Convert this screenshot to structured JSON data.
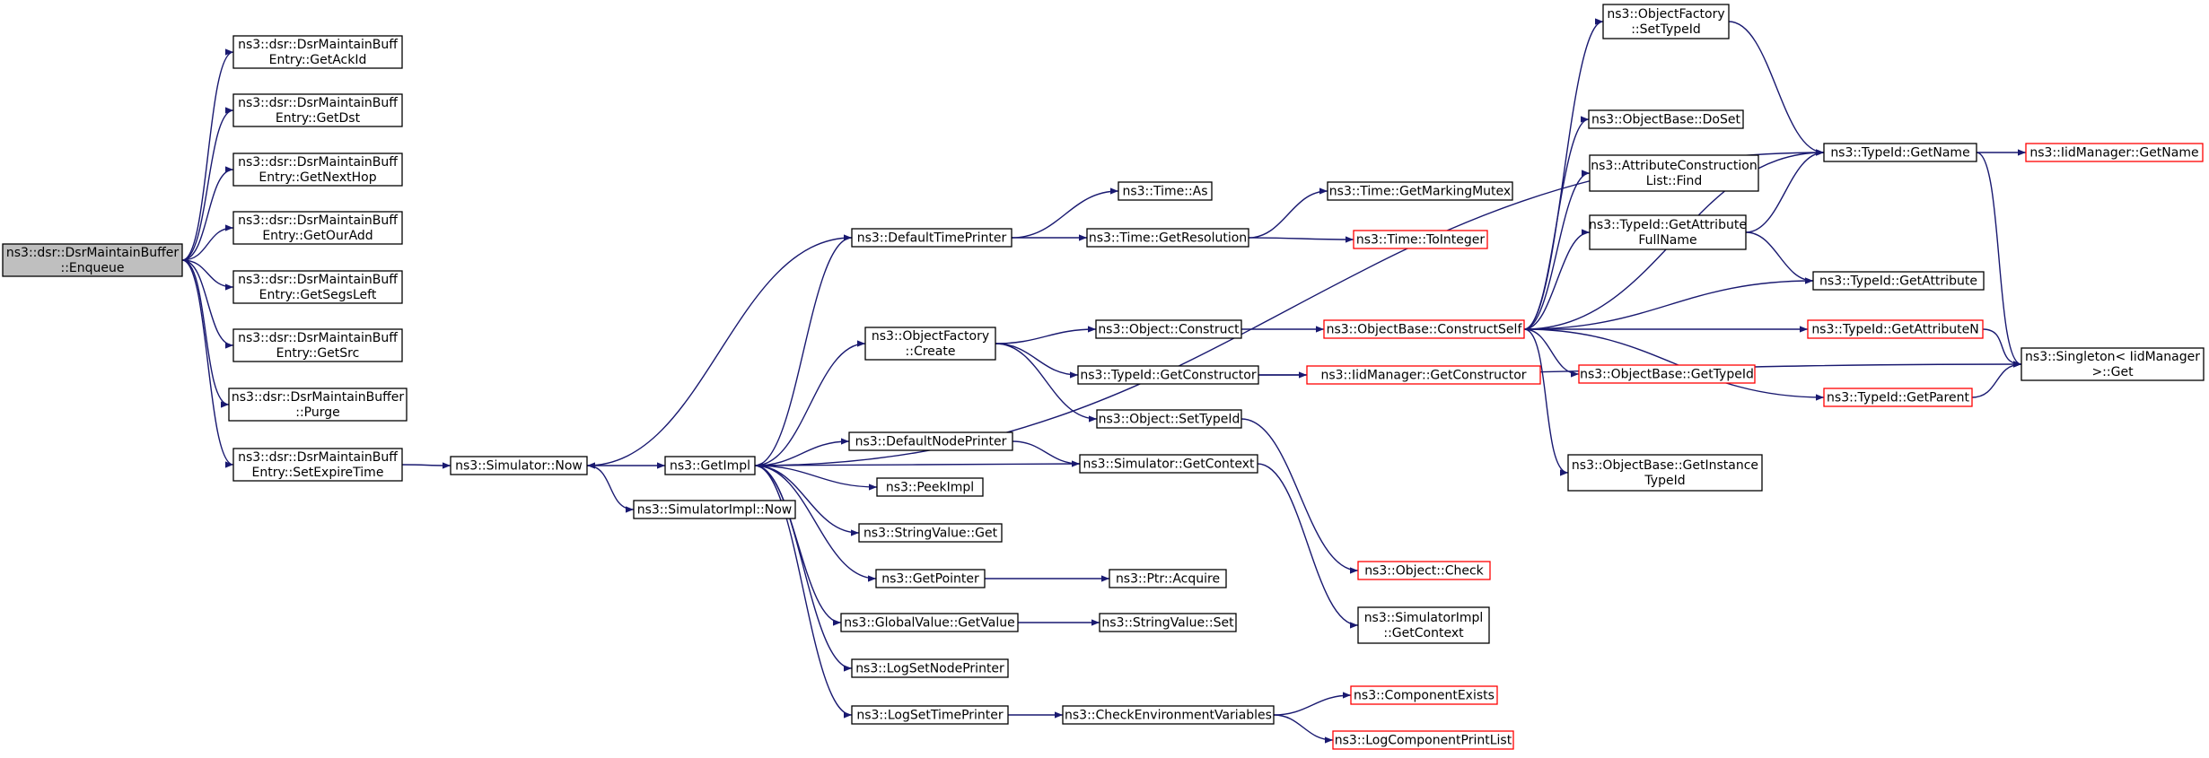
{
  "colors": {
    "edge": "#191970",
    "node_border": "#000000",
    "node_border_incomplete": "#ff0000",
    "node_fill": "#ffffff",
    "root_fill": "#bfbfbf"
  },
  "nodes": [
    {
      "id": "root",
      "lines": [
        "ns3::dsr::DsrMaintainBuffer",
        "::Enqueue"
      ],
      "root": true
    },
    {
      "id": "getackid",
      "lines": [
        "ns3::dsr::DsrMaintainBuff",
        "Entry::GetAckId"
      ]
    },
    {
      "id": "getdst",
      "lines": [
        "ns3::dsr::DsrMaintainBuff",
        "Entry::GetDst"
      ]
    },
    {
      "id": "getnexthop",
      "lines": [
        "ns3::dsr::DsrMaintainBuff",
        "Entry::GetNextHop"
      ]
    },
    {
      "id": "getouradd",
      "lines": [
        "ns3::dsr::DsrMaintainBuff",
        "Entry::GetOurAdd"
      ]
    },
    {
      "id": "getsegsleft",
      "lines": [
        "ns3::dsr::DsrMaintainBuff",
        "Entry::GetSegsLeft"
      ]
    },
    {
      "id": "getsrc",
      "lines": [
        "ns3::dsr::DsrMaintainBuff",
        "Entry::GetSrc"
      ]
    },
    {
      "id": "purge",
      "lines": [
        "ns3::dsr::DsrMaintainBuffer",
        "::Purge"
      ]
    },
    {
      "id": "setexpiretime",
      "lines": [
        "ns3::dsr::DsrMaintainBuff",
        "Entry::SetExpireTime"
      ]
    },
    {
      "id": "simnow",
      "lines": [
        "ns3::Simulator::Now"
      ]
    },
    {
      "id": "getimpl",
      "lines": [
        "ns3::GetImpl"
      ]
    },
    {
      "id": "simimplnow",
      "lines": [
        "ns3::SimulatorImpl::Now"
      ]
    },
    {
      "id": "defaulttimeprinter",
      "lines": [
        "ns3::DefaultTimePrinter"
      ]
    },
    {
      "id": "objfactorycreate",
      "lines": [
        "ns3::ObjectFactory",
        "::Create"
      ]
    },
    {
      "id": "defaultnodeprinter",
      "lines": [
        "ns3::DefaultNodePrinter"
      ]
    },
    {
      "id": "peekimpl",
      "lines": [
        "ns3::PeekImpl"
      ]
    },
    {
      "id": "stringvalueget",
      "lines": [
        "ns3::StringValue::Get"
      ]
    },
    {
      "id": "getpointer",
      "lines": [
        "ns3::GetPointer"
      ]
    },
    {
      "id": "globalvaluegetvalue",
      "lines": [
        "ns3::GlobalValue::GetValue"
      ]
    },
    {
      "id": "logsetnodeprinter",
      "lines": [
        "ns3::LogSetNodePrinter"
      ]
    },
    {
      "id": "logsettimeprinter",
      "lines": [
        "ns3::LogSetTimePrinter"
      ]
    },
    {
      "id": "timeas",
      "lines": [
        "ns3::Time::As"
      ]
    },
    {
      "id": "timegetresolution",
      "lines": [
        "ns3::Time::GetResolution"
      ]
    },
    {
      "id": "objectconstruct",
      "lines": [
        "ns3::Object::Construct"
      ]
    },
    {
      "id": "typeidgetconstructor",
      "lines": [
        "ns3::TypeId::GetConstructor"
      ]
    },
    {
      "id": "objectsettypeid",
      "lines": [
        "ns3::Object::SetTypeId"
      ]
    },
    {
      "id": "simgetcontext",
      "lines": [
        "ns3::Simulator::GetContext"
      ]
    },
    {
      "id": "ptracquire",
      "lines": [
        "ns3::Ptr::Acquire"
      ]
    },
    {
      "id": "stringvalueset",
      "lines": [
        "ns3::StringValue::Set"
      ]
    },
    {
      "id": "checkenvvars",
      "lines": [
        "ns3::CheckEnvironmentVariables"
      ]
    },
    {
      "id": "timegetmarkingmutex",
      "lines": [
        "ns3::Time::GetMarkingMutex"
      ]
    },
    {
      "id": "timetointeger",
      "lines": [
        "ns3::Time::ToInteger"
      ],
      "incomplete": true
    },
    {
      "id": "constructself",
      "lines": [
        "ns3::ObjectBase::ConstructSelf"
      ],
      "incomplete": true
    },
    {
      "id": "iidgetconstructor",
      "lines": [
        "ns3::IidManager::GetConstructor"
      ],
      "incomplete": true
    },
    {
      "id": "objectcheck",
      "lines": [
        "ns3::Object::Check"
      ],
      "incomplete": true
    },
    {
      "id": "simimplgetcontext",
      "lines": [
        "ns3::SimulatorImpl",
        "::GetContext"
      ]
    },
    {
      "id": "componentexists",
      "lines": [
        "ns3::ComponentExists"
      ],
      "incomplete": true
    },
    {
      "id": "logcomponentprintlist",
      "lines": [
        "ns3::LogComponentPrintList"
      ],
      "incomplete": true
    },
    {
      "id": "objfactorysettypeid",
      "lines": [
        "ns3::ObjectFactory",
        "::SetTypeId"
      ]
    },
    {
      "id": "objectbasedoset",
      "lines": [
        "ns3::ObjectBase::DoSet"
      ]
    },
    {
      "id": "attrconstructionlistfind",
      "lines": [
        "ns3::AttributeConstruction",
        "List::Find"
      ]
    },
    {
      "id": "typeidgetattributefullname",
      "lines": [
        "ns3::TypeId::GetAttribute",
        "FullName"
      ]
    },
    {
      "id": "objectbasegettypeid",
      "lines": [
        "ns3::ObjectBase::GetTypeId"
      ],
      "incomplete": true
    },
    {
      "id": "objectbasegetinstancetypeid",
      "lines": [
        "ns3::ObjectBase::GetInstance",
        "TypeId"
      ]
    },
    {
      "id": "typeidgetname",
      "lines": [
        "ns3::TypeId::GetName"
      ]
    },
    {
      "id": "typeidgetattribute",
      "lines": [
        "ns3::TypeId::GetAttribute"
      ]
    },
    {
      "id": "typeidgetattributen",
      "lines": [
        "ns3::TypeId::GetAttributeN"
      ],
      "incomplete": true
    },
    {
      "id": "typeidgetparent",
      "lines": [
        "ns3::TypeId::GetParent"
      ],
      "incomplete": true
    },
    {
      "id": "iidgetname",
      "lines": [
        "ns3::IidManager::GetName"
      ],
      "incomplete": true
    },
    {
      "id": "singletonget",
      "lines": [
        "ns3::Singleton< IidManager",
        " >::Get"
      ]
    }
  ],
  "edges": [
    [
      "root",
      "getackid"
    ],
    [
      "root",
      "getdst"
    ],
    [
      "root",
      "getnexthop"
    ],
    [
      "root",
      "getouradd"
    ],
    [
      "root",
      "getsegsleft"
    ],
    [
      "root",
      "getsrc"
    ],
    [
      "root",
      "purge"
    ],
    [
      "root",
      "setexpiretime"
    ],
    [
      "setexpiretime",
      "simnow"
    ],
    [
      "simnow",
      "getimpl"
    ],
    [
      "simnow",
      "simimplnow"
    ],
    [
      "getimpl",
      "defaulttimeprinter"
    ],
    [
      "getimpl",
      "objfactorycreate"
    ],
    [
      "getimpl",
      "defaultnodeprinter"
    ],
    [
      "getimpl",
      "peekimpl"
    ],
    [
      "getimpl",
      "stringvalueget"
    ],
    [
      "getimpl",
      "getpointer"
    ],
    [
      "getimpl",
      "globalvaluegetvalue"
    ],
    [
      "getimpl",
      "logsetnodeprinter"
    ],
    [
      "getimpl",
      "logsettimeprinter"
    ],
    [
      "getimpl",
      "typeidgetname"
    ],
    [
      "defaulttimeprinter",
      "simnow"
    ],
    [
      "defaulttimeprinter",
      "timeas"
    ],
    [
      "defaulttimeprinter",
      "timegetresolution"
    ],
    [
      "timegetresolution",
      "timegetmarkingmutex"
    ],
    [
      "timegetresolution",
      "timetointeger"
    ],
    [
      "objfactorycreate",
      "objectconstruct"
    ],
    [
      "objfactorycreate",
      "typeidgetconstructor"
    ],
    [
      "objfactorycreate",
      "objectsettypeid"
    ],
    [
      "objectconstruct",
      "constructself"
    ],
    [
      "typeidgetconstructor",
      "iidgetconstructor"
    ],
    [
      "typeidgetconstructor",
      "singletonget"
    ],
    [
      "objectsettypeid",
      "objectcheck"
    ],
    [
      "defaultnodeprinter",
      "simgetcontext"
    ],
    [
      "simgetcontext",
      "getimpl"
    ],
    [
      "simgetcontext",
      "simimplgetcontext"
    ],
    [
      "getpointer",
      "ptracquire"
    ],
    [
      "globalvaluegetvalue",
      "stringvalueset"
    ],
    [
      "logsettimeprinter",
      "checkenvvars"
    ],
    [
      "checkenvvars",
      "componentexists"
    ],
    [
      "checkenvvars",
      "logcomponentprintlist"
    ],
    [
      "constructself",
      "objfactorysettypeid"
    ],
    [
      "constructself",
      "objectbasedoset"
    ],
    [
      "constructself",
      "attrconstructionlistfind"
    ],
    [
      "constructself",
      "typeidgetattributefullname"
    ],
    [
      "constructself",
      "typeidgetattribute"
    ],
    [
      "constructself",
      "typeidgetattributen"
    ],
    [
      "constructself",
      "objectbasegettypeid"
    ],
    [
      "constructself",
      "typeidgetparent"
    ],
    [
      "constructself",
      "objectbasegetinstancetypeid"
    ],
    [
      "constructself",
      "typeidgetname"
    ],
    [
      "objfactorysettypeid",
      "typeidgetname"
    ],
    [
      "typeidgetattributefullname",
      "typeidgetname"
    ],
    [
      "typeidgetattributefullname",
      "typeidgetattribute"
    ],
    [
      "typeidgetname",
      "iidgetname"
    ],
    [
      "typeidgetname",
      "singletonget"
    ],
    [
      "typeidgetattributen",
      "singletonget"
    ],
    [
      "typeidgetparent",
      "singletonget"
    ]
  ]
}
